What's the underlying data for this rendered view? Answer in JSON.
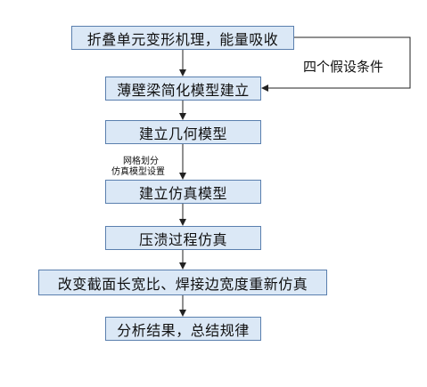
{
  "flow": {
    "steps": [
      "折叠单元变形机理，能量吸收",
      "薄壁梁简化模型建立",
      "建立几何模型",
      "建立仿真模型",
      "压溃过程仿真",
      "改变截面长宽比、焊接边宽度重新仿真",
      "分析结果，总结规律"
    ],
    "side_label": "四个假设条件",
    "annotation_line1": "网格划分",
    "annotation_line2": "仿真模型设置"
  },
  "colors": {
    "box_fill": "#dbe8f6",
    "box_border": "#5a7fae",
    "connector": "#222222"
  }
}
